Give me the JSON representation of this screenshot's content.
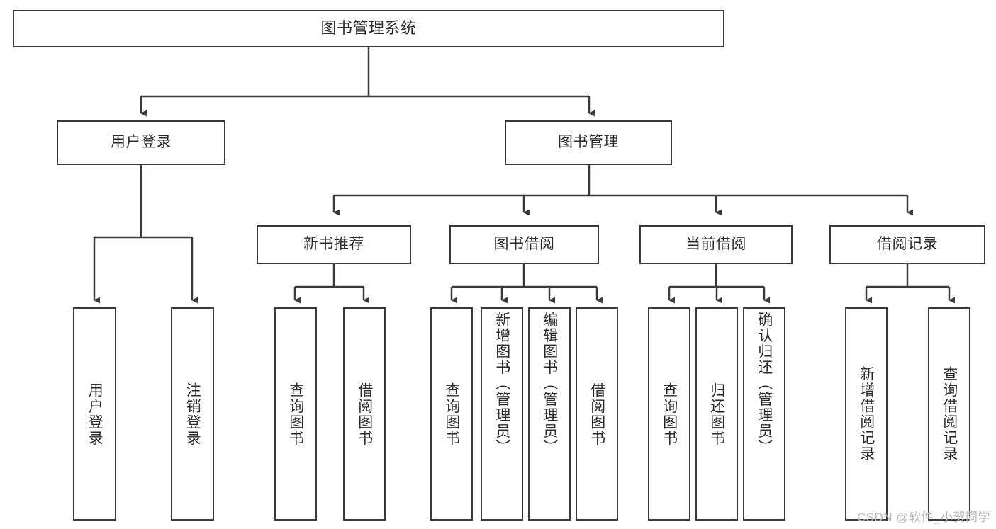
{
  "diagram": {
    "type": "tree",
    "title": "图书管理系统",
    "root": {
      "label": "图书管理系统"
    },
    "level2": [
      {
        "label": "用户登录"
      },
      {
        "label": "图书管理"
      }
    ],
    "level3": [
      {
        "label": "新书推荐"
      },
      {
        "label": "图书借阅"
      },
      {
        "label": "当前借阅"
      },
      {
        "label": "借阅记录"
      }
    ],
    "leaves": {
      "user_login": [
        {
          "label": "用户登录"
        },
        {
          "label": "注销登录"
        }
      ],
      "new_book_recommend": [
        {
          "label": "查询图书"
        },
        {
          "label": "借阅图书"
        }
      ],
      "book_borrow": [
        {
          "label": "查询图书"
        },
        {
          "label": "新增图书（管理员）"
        },
        {
          "label": "编辑图书（管理员）"
        },
        {
          "label": "借阅图书"
        }
      ],
      "current_borrow": [
        {
          "label": "查询图书"
        },
        {
          "label": "归还图书"
        },
        {
          "label": "确认归还（管理员）"
        }
      ],
      "borrow_record": [
        {
          "label": "新增借阅记录"
        },
        {
          "label": "查询借阅记录"
        }
      ]
    }
  },
  "watermark": {
    "text": "CSDN @软件_小贺同学"
  },
  "colors": {
    "stroke": "#3a3a3a",
    "text": "#2b2b2b",
    "background": "#ffffff",
    "watermark": "#b9b9b9"
  }
}
